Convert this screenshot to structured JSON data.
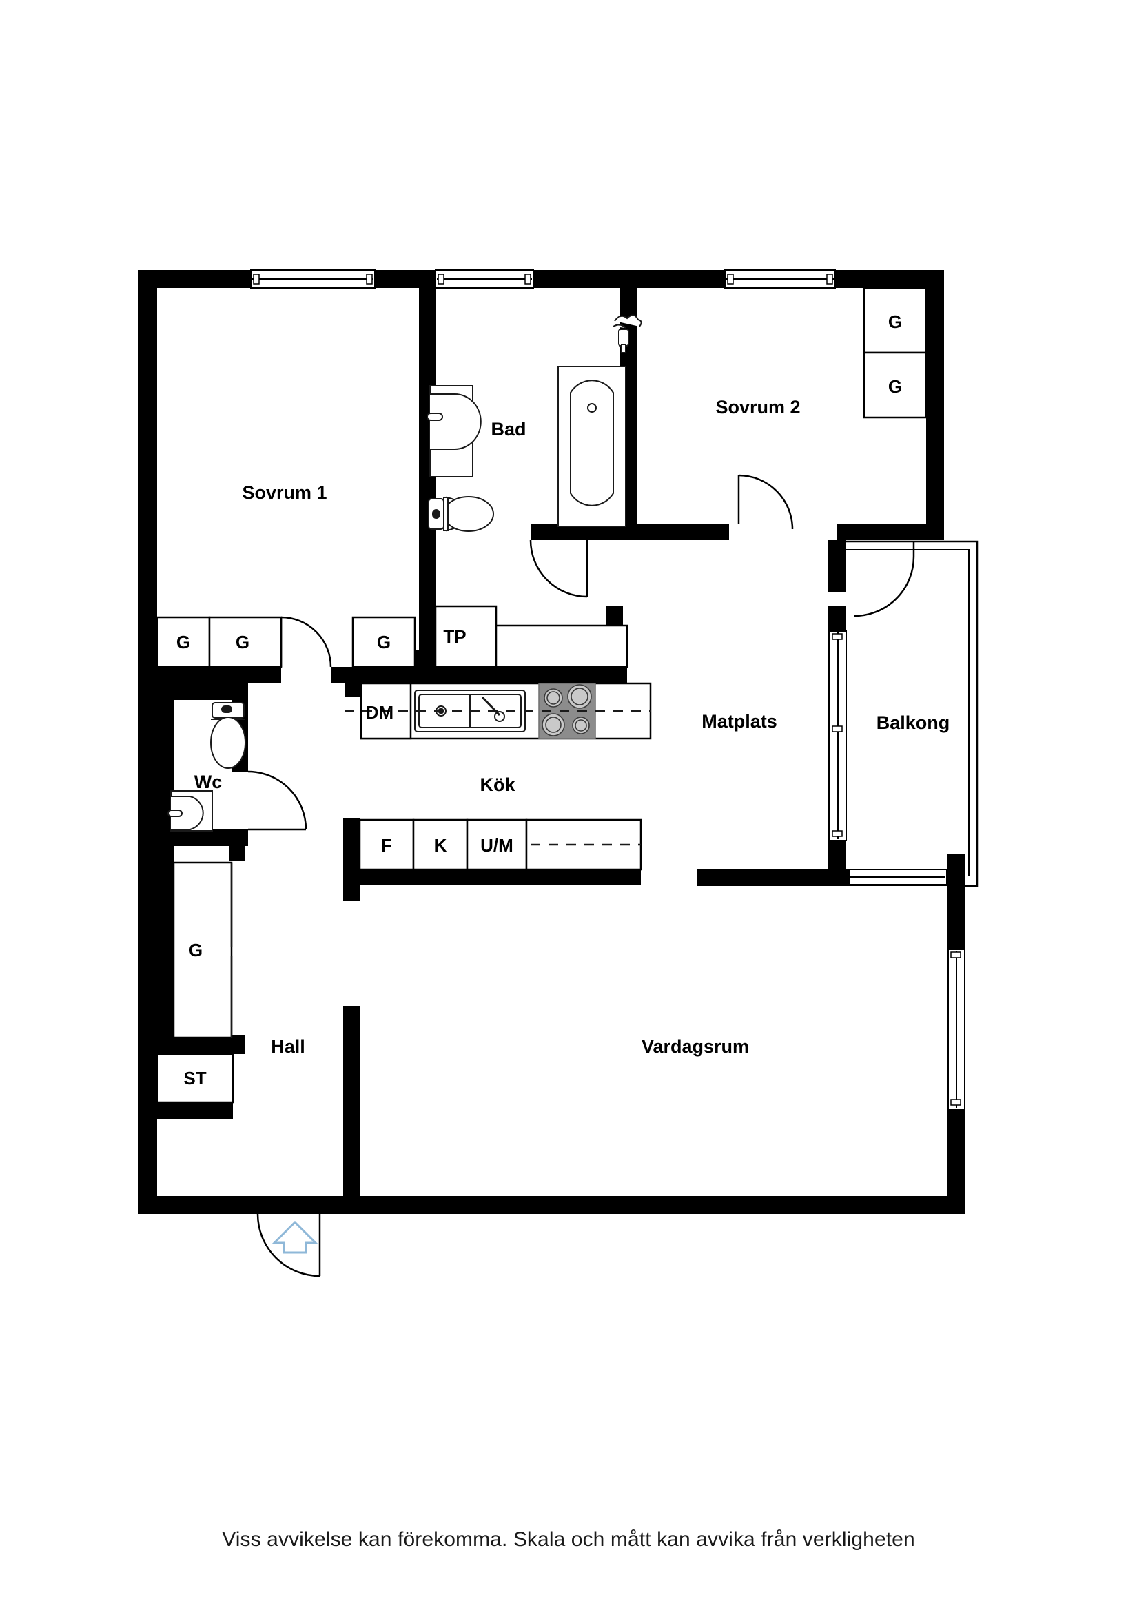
{
  "document": {
    "type": "floor-plan",
    "caption": "Viss avvikelse kan förekomma. Skala och mått kan avvika från verkligheten",
    "background_color": "#ffffff",
    "wall_color": "#000000",
    "fixture_line_color": "#1a1a1a",
    "entry_arrow_color": "#8fb8d8",
    "stove_color": "#8c8c8c"
  },
  "rooms": [
    {
      "id": "sovrum1",
      "label": "Sovrum 1"
    },
    {
      "id": "bad",
      "label": "Bad"
    },
    {
      "id": "sovrum2",
      "label": "Sovrum 2"
    },
    {
      "id": "balkong",
      "label": "Balkong"
    },
    {
      "id": "matplats",
      "label": "Matplats"
    },
    {
      "id": "kok",
      "label": "Kök"
    },
    {
      "id": "wc",
      "label": "Wc"
    },
    {
      "id": "hall",
      "label": "Hall"
    },
    {
      "id": "vardagsrum",
      "label": "Vardagsrum"
    }
  ],
  "storage": [
    {
      "id": "g-sovrum2-upper",
      "label": "G"
    },
    {
      "id": "g-sovrum2-lower",
      "label": "G"
    },
    {
      "id": "g-sovrum1-left",
      "label": "G"
    },
    {
      "id": "g-sovrum1-right",
      "label": "G"
    },
    {
      "id": "g-kok",
      "label": "G"
    },
    {
      "id": "g-hall",
      "label": "G"
    },
    {
      "id": "st-hall",
      "label": "ST"
    }
  ],
  "appliances": [
    {
      "id": "tp",
      "label": "TP"
    },
    {
      "id": "dm",
      "label": "DM"
    },
    {
      "id": "f",
      "label": "F"
    },
    {
      "id": "k",
      "label": "K"
    },
    {
      "id": "um",
      "label": "U/M"
    }
  ],
  "fixtures": [
    {
      "id": "bad-sink",
      "name": "bathroom-sink"
    },
    {
      "id": "bad-toilet",
      "name": "toilet"
    },
    {
      "id": "bad-bathtub",
      "name": "bathtub"
    },
    {
      "id": "bad-shower",
      "name": "shower-mixer"
    },
    {
      "id": "wc-toilet",
      "name": "toilet"
    },
    {
      "id": "wc-sink",
      "name": "bathroom-sink"
    },
    {
      "id": "kitchen-sink",
      "name": "kitchen-sink"
    },
    {
      "id": "stove",
      "name": "cooktop"
    }
  ],
  "openings": {
    "windows": [
      {
        "id": "win-sovrum1-top",
        "wall": "north"
      },
      {
        "id": "win-bad-top",
        "wall": "north"
      },
      {
        "id": "win-sovrum2-top",
        "wall": "north"
      },
      {
        "id": "win-balkong-left",
        "wall": "balcony-west"
      },
      {
        "id": "win-balkong-bottom",
        "wall": "balcony-south"
      },
      {
        "id": "win-vardagsrum-right",
        "wall": "east"
      }
    ],
    "doors": [
      {
        "id": "door-sovrum1",
        "swing": "right"
      },
      {
        "id": "door-bad",
        "swing": "left"
      },
      {
        "id": "door-sovrum2",
        "swing": "left"
      },
      {
        "id": "door-balkong",
        "swing": "left"
      },
      {
        "id": "door-wc",
        "swing": "right"
      },
      {
        "id": "door-entry",
        "swing": "left"
      }
    ],
    "entry_marker": {
      "id": "entry-arrow",
      "name": "entrance-arrow"
    }
  }
}
